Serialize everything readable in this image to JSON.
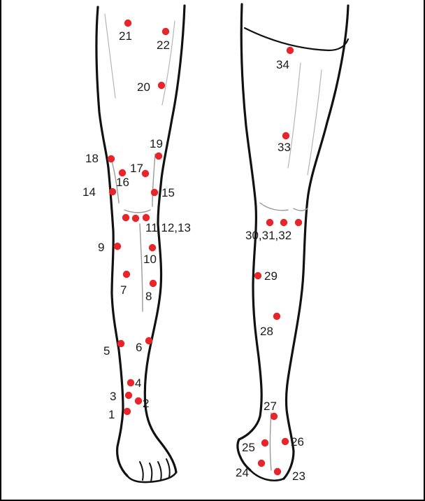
{
  "figure": {
    "colors": {
      "point": "#e8252a",
      "label": "#1a1a1a",
      "outline": "#111111",
      "shade": "#9a9a9a"
    },
    "views": [
      "front-leg",
      "back-leg"
    ]
  },
  "points": [
    {
      "id": "1",
      "label": "1"
    },
    {
      "id": "2",
      "label": "2"
    },
    {
      "id": "3",
      "label": "3"
    },
    {
      "id": "4",
      "label": "4"
    },
    {
      "id": "5",
      "label": "5"
    },
    {
      "id": "6",
      "label": "6"
    },
    {
      "id": "7",
      "label": "7"
    },
    {
      "id": "8",
      "label": "8"
    },
    {
      "id": "9",
      "label": "9"
    },
    {
      "id": "10",
      "label": "10"
    },
    {
      "id": "11",
      "label": "11"
    },
    {
      "id": "12",
      "label": "12"
    },
    {
      "id": "13",
      "label": "13"
    },
    {
      "id": "14",
      "label": "14"
    },
    {
      "id": "15",
      "label": "15"
    },
    {
      "id": "16",
      "label": "16"
    },
    {
      "id": "17",
      "label": "17"
    },
    {
      "id": "18",
      "label": "18"
    },
    {
      "id": "19",
      "label": "19"
    },
    {
      "id": "20",
      "label": "20"
    },
    {
      "id": "21",
      "label": "21"
    },
    {
      "id": "22",
      "label": "22"
    },
    {
      "id": "23",
      "label": "23"
    },
    {
      "id": "24",
      "label": "24"
    },
    {
      "id": "25",
      "label": "25"
    },
    {
      "id": "26",
      "label": "26"
    },
    {
      "id": "27",
      "label": "27"
    },
    {
      "id": "28",
      "label": "28"
    },
    {
      "id": "29",
      "label": "29"
    },
    {
      "id": "30",
      "label": "30"
    },
    {
      "id": "31",
      "label": "31"
    },
    {
      "id": "32",
      "label": "32"
    },
    {
      "id": "33",
      "label": "33"
    },
    {
      "id": "34",
      "label": "34"
    }
  ],
  "labels": {
    "p1": "1",
    "p2": "2",
    "p3": "3",
    "p4": "4",
    "p5": "5",
    "p6": "6",
    "p7": "7",
    "p8": "8",
    "p9": "9",
    "p10": "10",
    "p11_13": "11 12,13",
    "p14": "14",
    "p15": "15",
    "p16": "16",
    "p17": "17",
    "p18": "18",
    "p19": "19",
    "p20": "20",
    "p21": "21",
    "p22": "22",
    "p23": "23",
    "p24": "24",
    "p25": "25",
    "p26": "26",
    "p27": "27",
    "p28": "28",
    "p29": "29",
    "p30_32": "30,31,32",
    "p33": "33",
    "p34": "34"
  }
}
